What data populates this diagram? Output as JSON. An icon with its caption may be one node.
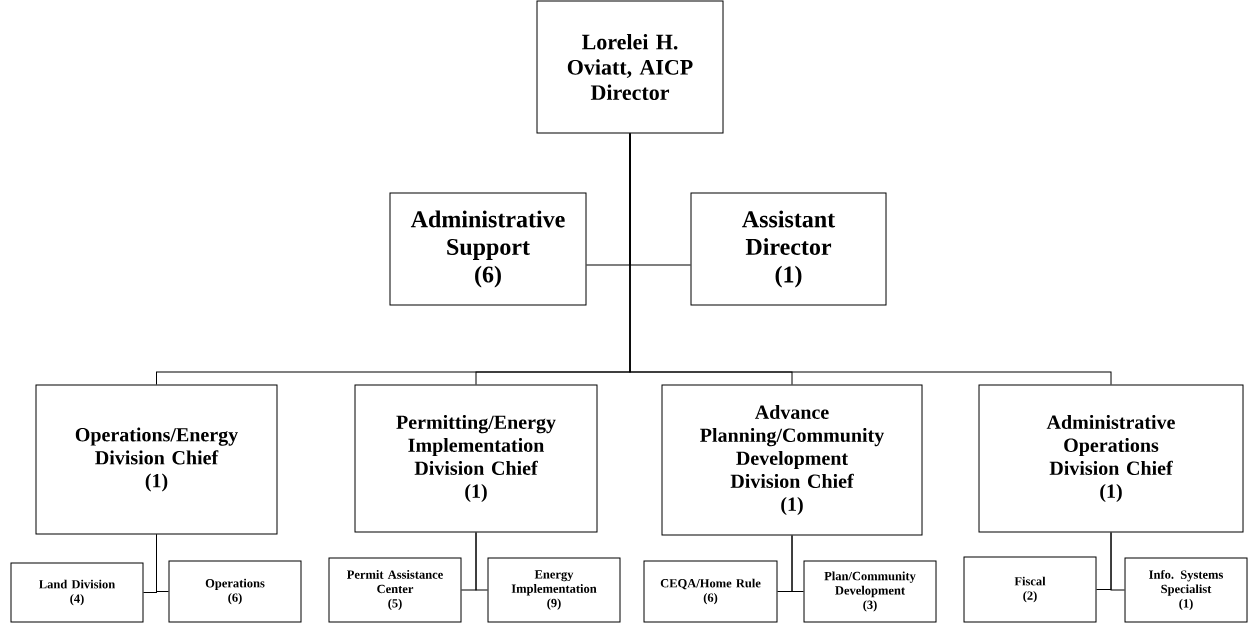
{
  "diagram": {
    "nodes": [
      {
        "text": [
          "Lorelei H. Oviatt, AICP",
          "Director"
        ]
      },
      {
        "text": [
          "Administrative Support",
          "(6)"
        ]
      },
      {
        "text": [
          "Assistant Director",
          "(1)"
        ]
      },
      {
        "text": [
          "Operations/Energy Division Chief",
          "(1)"
        ]
      },
      {
        "text": [
          "Permitting/Energy Implementation Division Chief",
          "(1)"
        ]
      },
      {
        "text": [
          "Advance Planning/Community Development Division Chief",
          "(1)"
        ]
      },
      {
        "text": [
          "Administrative Operations Division Chief",
          "(1)"
        ]
      },
      {
        "text": [
          "Land Division",
          "(4)"
        ]
      },
      {
        "text": [
          "Operations",
          "(6)"
        ]
      },
      {
        "text": [
          "Permit Assistance Center",
          "(5)"
        ]
      },
      {
        "text": [
          "Energy Implementation",
          "(9)"
        ]
      },
      {
        "text": [
          "CEQA/Home Rule",
          "(6)"
        ]
      },
      {
        "text": [
          "Plan/Community Development",
          "(3)"
        ]
      },
      {
        "text": [
          "Fiscal",
          "(2)"
        ]
      },
      {
        "text": [
          "Info. Systems Specialist",
          "(1)"
        ]
      }
    ],
    "edges": [
      {
        "from": 0,
        "to": 1,
        "arrow": "none"
      },
      {
        "from": 0,
        "to": 2,
        "arrow": "none"
      },
      {
        "from": 0,
        "to": 3,
        "arrow": "none"
      },
      {
        "from": 0,
        "to": 4,
        "arrow": "none"
      },
      {
        "from": 0,
        "to": 5,
        "arrow": "none"
      },
      {
        "from": 0,
        "to": 6,
        "arrow": "none"
      },
      {
        "from": 3,
        "to": 7,
        "arrow": "none"
      },
      {
        "from": 3,
        "to": 8,
        "arrow": "none"
      },
      {
        "from": 4,
        "to": 9,
        "arrow": "none"
      },
      {
        "from": 4,
        "to": 10,
        "arrow": "none"
      },
      {
        "from": 5,
        "to": 11,
        "arrow": "none"
      },
      {
        "from": 5,
        "to": 12,
        "arrow": "none"
      },
      {
        "from": 6,
        "to": 13,
        "arrow": "none"
      },
      {
        "from": 6,
        "to": 14,
        "arrow": "none"
      }
    ]
  }
}
